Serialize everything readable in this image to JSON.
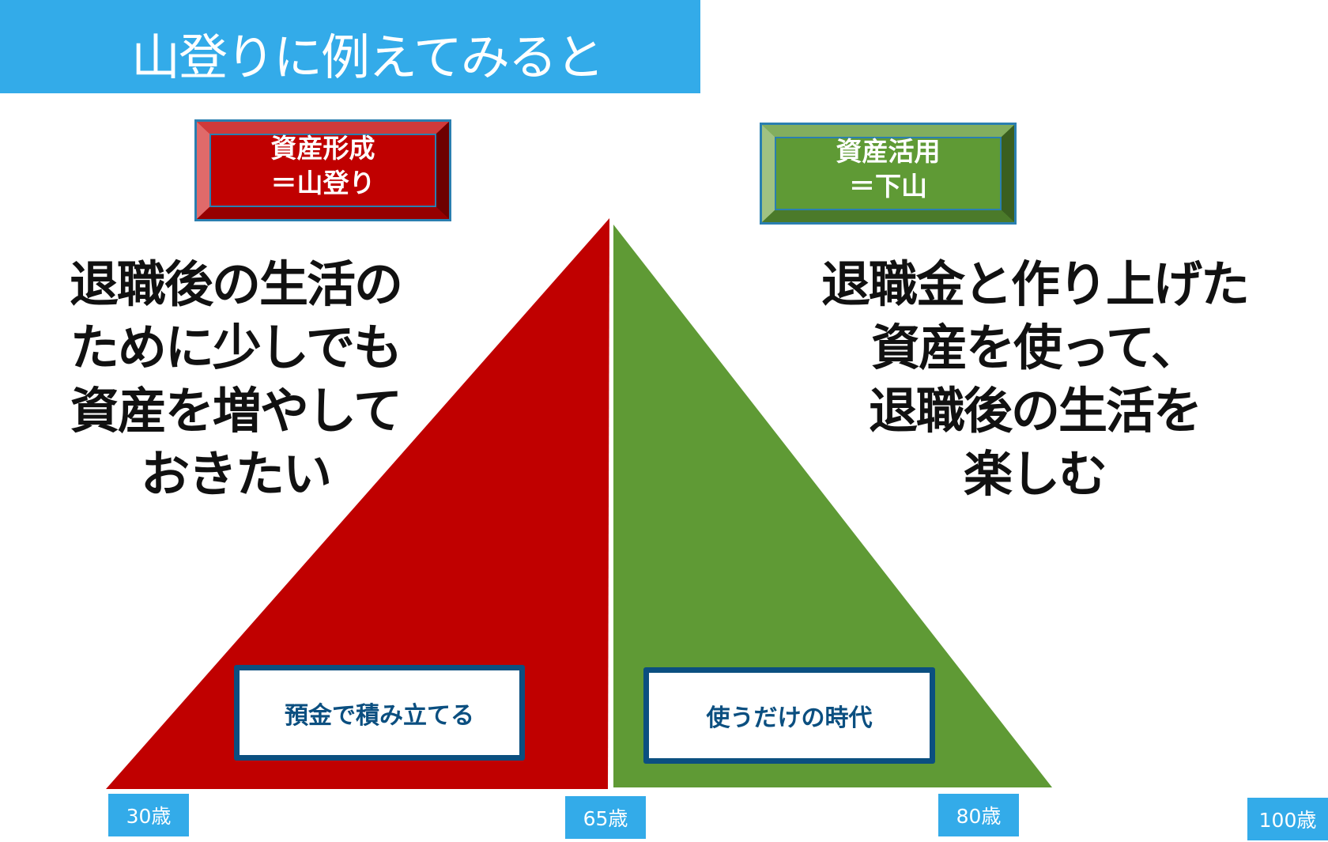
{
  "title": "山登りに例えてみると",
  "phases": {
    "accumulation": {
      "line1": "資産形成",
      "line2": "＝山登り",
      "color": "#c00000"
    },
    "decumulation": {
      "line1": "資産活用",
      "line2": "＝下山",
      "color": "#5f9a35"
    }
  },
  "left_message": [
    "退職後の生活の",
    "ために少しでも",
    "資産を増やして",
    "おきたい"
  ],
  "right_message": [
    "退職金と作り上げた",
    "資産を使って、",
    "退職後の生活を",
    "楽しむ"
  ],
  "period_boxes": {
    "left": "預金で積み立てる",
    "right": "使うだけの時代"
  },
  "ages": [
    "30歳",
    "65歳",
    "80歳",
    "100歳"
  ]
}
